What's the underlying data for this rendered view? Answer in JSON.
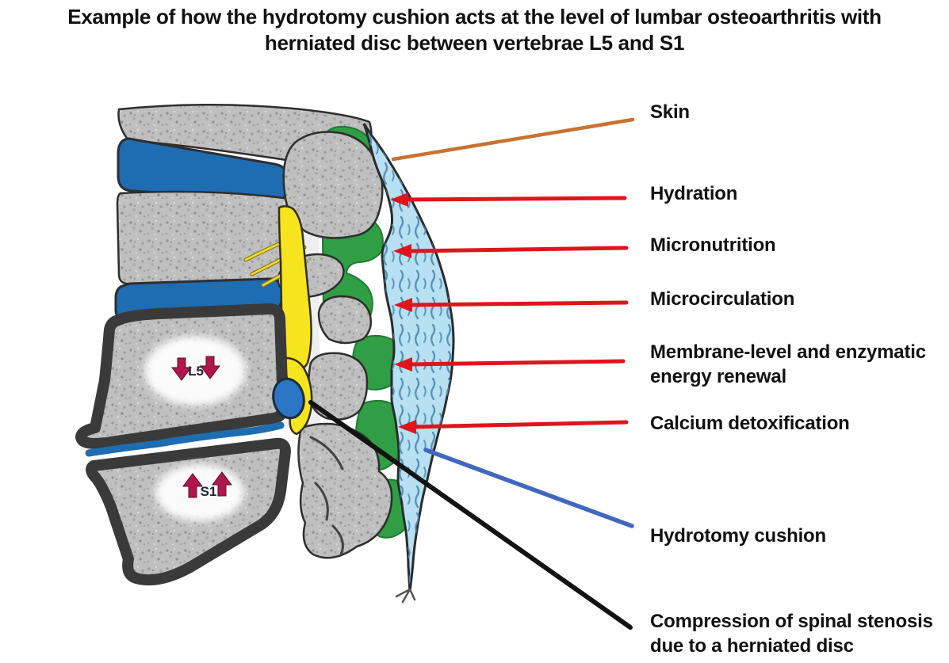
{
  "title": {
    "line1": "Example of how the hydrotomy cushion acts at the level of lumbar osteoarthritis with",
    "line2": "herniated disc between vertebrae L5 and S1"
  },
  "legend": {
    "skin": {
      "label": "Skin",
      "line_color": "#c9722f"
    },
    "hydration": {
      "label": "Hydration",
      "line_color": "#e0151c"
    },
    "micronutrition": {
      "label": "Micronutrition",
      "line_color": "#e0151c"
    },
    "microcirculation": {
      "label": "Microcirculation",
      "line_color": "#e0151c"
    },
    "membrane": {
      "line1": "Membrane-level and enzymatic",
      "line2": "energy renewal",
      "line_color": "#e0151c"
    },
    "calcium": {
      "label": "Calcium detoxification",
      "line_color": "#e0151c"
    },
    "cushion": {
      "label": "Hydrotomy cushion",
      "line_color": "#4068bf"
    },
    "compression": {
      "line1": "Compression of spinal stenosis",
      "line2": "due to a herniated disc",
      "line_color": "#131313"
    }
  },
  "figure": {
    "l5_label": "L5",
    "s1_label": "S1"
  },
  "colors": {
    "arrow_red": "#e0151c",
    "skin_orange": "#c9722f",
    "cushion_line_blue": "#4068bf",
    "compression_line_black": "#131313",
    "disc_blue": "#1e6cb2",
    "herniation_blue": "#2b76c4",
    "cushion_fill": "#b7e0f2",
    "cushion_texture": "#4d88ad",
    "ligament_green": "#2f9e44",
    "nerve_yellow": "#f6e41f",
    "vertebra_gray": "#bfbfbf",
    "charcoal_frame": "#3a3a3a",
    "mini_arrow_crimson": "#b0164c"
  }
}
